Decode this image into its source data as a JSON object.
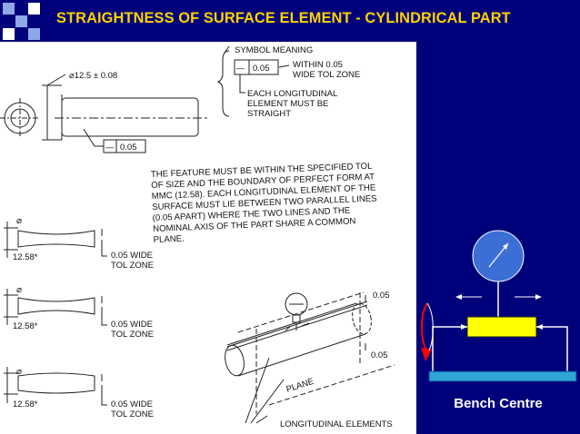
{
  "title": "STRAIGHTNESS OF SURFACE ELEMENT - CYLINDRICAL PART",
  "colors": {
    "banner": "#00007a",
    "title": "#ffd200",
    "dial": "#3c6fd6",
    "block": "#ffff00",
    "arrow": "#ff0000"
  },
  "symbol_meaning": {
    "heading": "SYMBOL MEANING",
    "tolerance": "0.05",
    "within_line1": "WITHIN 0.05",
    "within_line2": "WIDE TOL ZONE",
    "element_line1": "EACH LONGITUDINAL",
    "element_line2": "ELEMENT MUST BE",
    "element_line3": "STRAIGHT"
  },
  "part": {
    "diameter": "⌀12.5 ± 0.08",
    "fcf_tolerance": "0.05"
  },
  "description": [
    "THE FEATURE MUST BE WITHIN THE SPECIFIED TOL",
    "OF SIZE AND THE BOUNDARY OF PERFECT FORM AT",
    "MMC (12.58). EACH LONGITUDINAL ELEMENT OF THE",
    "SURFACE MUST LIE BETWEEN TWO PARALLEL LINES",
    "(0.05 APART) WHERE THE TWO LINES AND THE",
    "NOMINAL AXIS OF THE PART SHARE A COMMON",
    "PLANE."
  ],
  "examples": [
    {
      "diameter_symbol": "⌀",
      "mmc": "12.58*",
      "zone_line1": "0.05 WIDE",
      "zone_line2": "TOL ZONE"
    },
    {
      "diameter_symbol": "⌀",
      "mmc": "12.58*",
      "zone_line1": "0.05 WIDE",
      "zone_line2": "TOL ZONE"
    },
    {
      "diameter_symbol": "⌀",
      "mmc": "12.58*",
      "zone_line1": "0.05 WIDE",
      "zone_line2": "TOL ZONE"
    }
  ],
  "iso": {
    "zone_top": "0.05",
    "zone_bottom": "0.05",
    "plane": "PLANE",
    "longitudinal": "LONGITUDINAL ELEMENTS"
  },
  "bench": {
    "label": "Bench Centre"
  }
}
